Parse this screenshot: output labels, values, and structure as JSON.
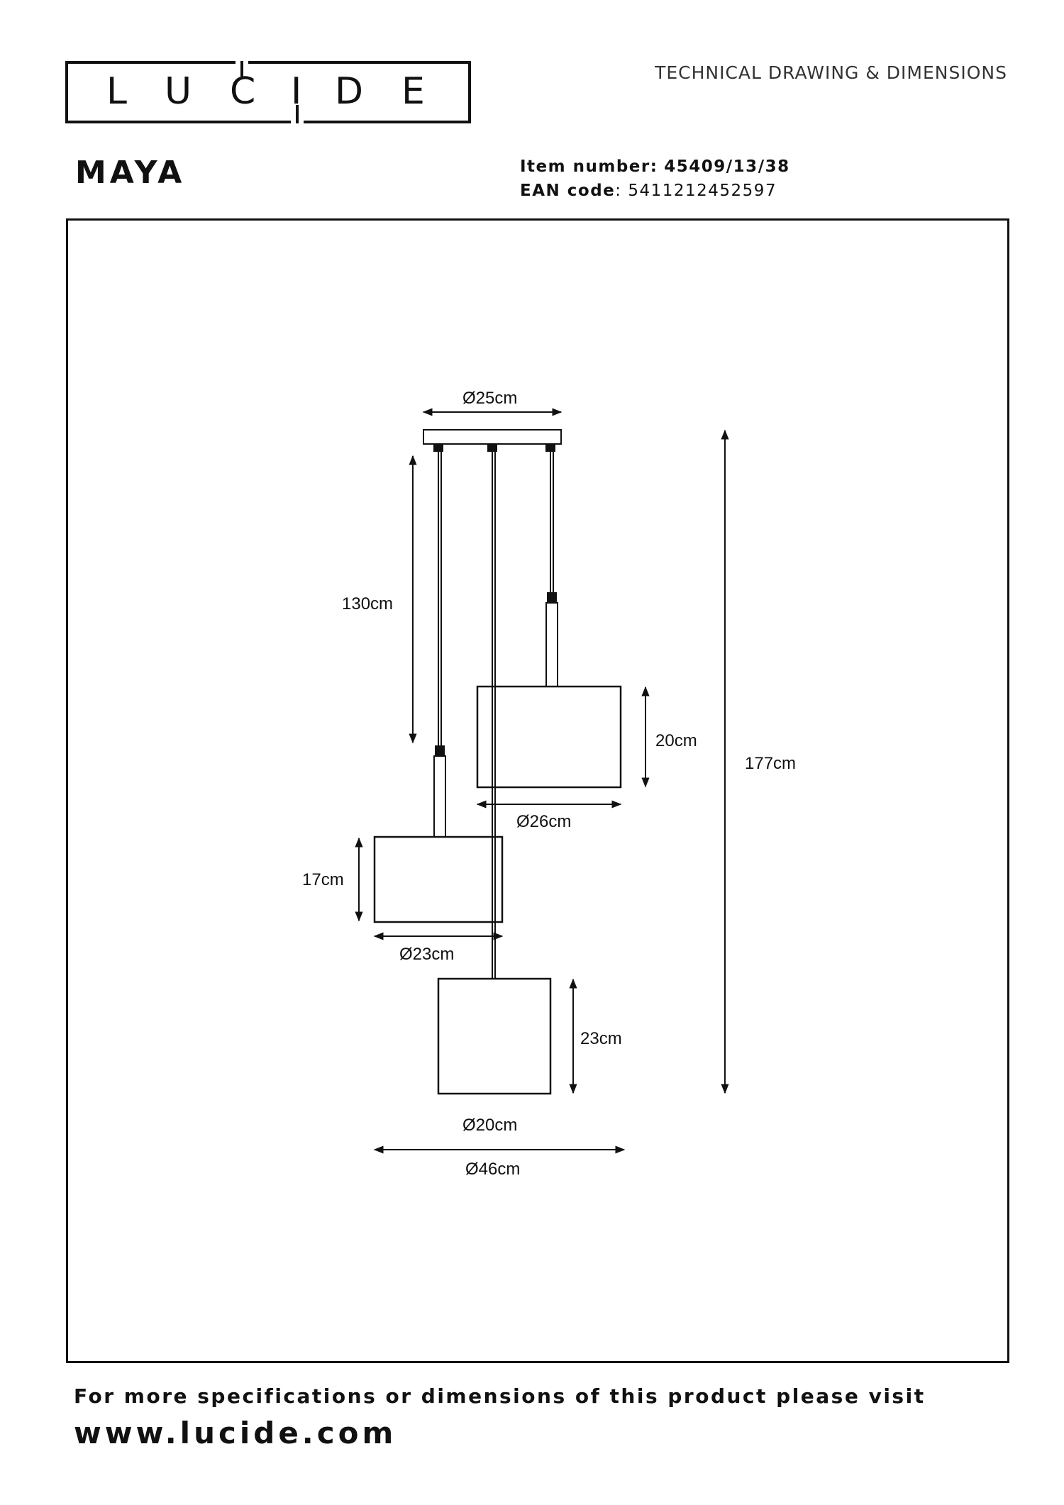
{
  "brand": {
    "name": "LUCIDE",
    "letters": [
      "L",
      "U",
      "C",
      "I",
      "D",
      "E"
    ]
  },
  "header": {
    "doc_type": "TECHNICAL DRAWING & DIMENSIONS",
    "product_name": "MAYA",
    "item_label": "Item number:",
    "item_value": "45409/13/38",
    "ean_label": "EAN code",
    "ean_value": "5411212452597"
  },
  "dimensions": {
    "canopy_diameter": "Ø25cm",
    "cable_length": "130cm",
    "shade_top_height": "20cm",
    "shade_top_diameter": "Ø26cm",
    "shade_left_height": "17cm",
    "shade_left_diameter": "Ø23cm",
    "shade_bottom_height": "23cm",
    "shade_bottom_diameter": "Ø20cm",
    "total_width": "Ø46cm",
    "total_height": "177cm"
  },
  "footer": {
    "note": "For more specifications or dimensions of this product please visit",
    "url": "www.lucide.com"
  }
}
